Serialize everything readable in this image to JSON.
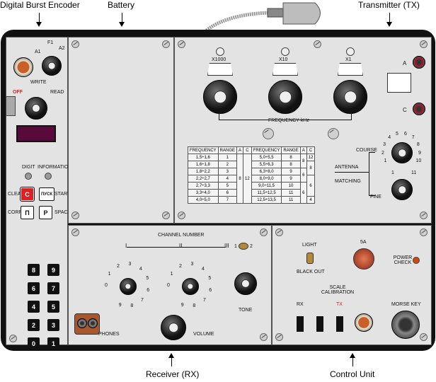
{
  "callouts": {
    "digital_burst_encoder": "Digital Burst Encoder",
    "battery": "Battery",
    "transmitter": "Transmitter (TX)",
    "receiver": "Receiver (RX)",
    "control_unit": "Control Unit"
  },
  "encoder": {
    "a1": "A1",
    "f1": "F1",
    "a2": "A2",
    "write": "WRITE",
    "read": "READ",
    "off": "OFF",
    "digit": "DIGIT",
    "information": "INFORMATION",
    "clear": "CLEAR",
    "start": "START",
    "corr": "CORR.",
    "space": "SPACE",
    "key_c": "C",
    "key_pusk": "ПУСК",
    "key_p_cyr": "П",
    "key_p": "P",
    "digits": [
      "8",
      "9",
      "6",
      "7",
      "4",
      "5",
      "2",
      "3",
      "0",
      "1"
    ],
    "off_color": "#e02020",
    "display_color": "#5a0a3a"
  },
  "transmitter": {
    "x1000": "X1000",
    "x10": "X10",
    "x1": "X1",
    "frequency_khz": "FREQUENCY  kHz",
    "a": "A",
    "c": "C",
    "course": "COURSE",
    "fine": "FINE",
    "antenna": "ANTENNA",
    "matching": "MATCHING",
    "course_scale": [
      "1",
      "2",
      "3",
      "4",
      "5",
      "6",
      "7",
      "8",
      "9",
      "10"
    ],
    "fine_scale": [
      "1",
      "11"
    ],
    "table_headers": [
      "FREQUENCY",
      "RANGE",
      "A",
      "C",
      "FREQUENCY",
      "RANGE",
      "A",
      "C"
    ],
    "table_left": [
      [
        "1,5÷1,6",
        "1"
      ],
      [
        "1,6÷1,8",
        "2"
      ],
      [
        "1,8÷2,2",
        "3"
      ],
      [
        "2,2÷2,7",
        "4"
      ],
      [
        "2,7÷3,3",
        "5"
      ],
      [
        "3,3÷4,0",
        "6"
      ],
      [
        "4,0÷5,0",
        "7"
      ]
    ],
    "table_left_a": "8",
    "table_left_c": "12",
    "table_right": [
      [
        "5,0÷5,5",
        "8"
      ],
      [
        "5,5÷6,3",
        "8"
      ],
      [
        "6,3÷8,0",
        "9"
      ],
      [
        "8,0÷9,0",
        "9"
      ],
      [
        "9,0÷11,5",
        "10"
      ],
      [
        "11,5÷12,5",
        "11"
      ],
      [
        "12,5÷13,5",
        "11"
      ]
    ],
    "table_right_a": [
      "8",
      "6",
      "6"
    ],
    "table_right_c": [
      "12",
      "8",
      "6",
      "4"
    ]
  },
  "receiver": {
    "channel_number": "CHANNEL NUMBER",
    "ch1": "I",
    "ch2": "II",
    "ch3": "III",
    "switch_pos1": "1",
    "switch_pos2": "2",
    "dial1_scale": [
      "0",
      "1",
      "2",
      "3",
      "4",
      "5",
      "6",
      "7",
      "8",
      "9"
    ],
    "dial2_scale": [
      "0",
      "1",
      "2",
      "3",
      "4",
      "5",
      "6",
      "7",
      "8",
      "9"
    ],
    "tone": "TONE",
    "phones": "PHONES",
    "volume": "VOLUME"
  },
  "control": {
    "light": "LIGHT",
    "black_out": "BLACK OUT",
    "fuse": "5A",
    "power_check": "POWER CHECK",
    "scale_calibration": "SCALE CALIBRATION",
    "rx": "RX",
    "tx": "TX",
    "morse_key": "MORSE KEY",
    "tx_color": "#e02020",
    "power_led_color": "#d04a10"
  }
}
